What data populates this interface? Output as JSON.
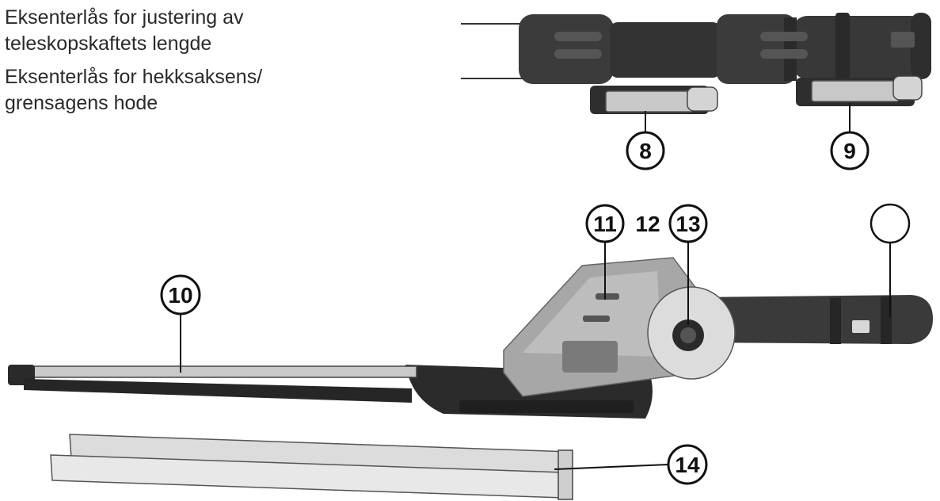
{
  "legend": [
    {
      "text": "Eksenterlås for justering av\n teleskopskaftets lengde"
    },
    {
      "text": "Eksenterlås for hekksaksens/\n grensagens hode"
    }
  ],
  "callouts": {
    "c8": "8",
    "c9": "9",
    "c10": "10",
    "c11": "11",
    "c12": "12",
    "c13": "13",
    "c14": "14"
  },
  "colors": {
    "rubber": "#3a3a3a",
    "rubber_dark": "#262626",
    "housing": "#a9a9a9",
    "housing_light": "#cfcfcf",
    "blade": "#c9c9c9",
    "line": "#111111"
  },
  "icons": [
    "telescopic-shaft-icon",
    "hedge-trimmer-head-icon",
    "blade-guard-icon"
  ]
}
